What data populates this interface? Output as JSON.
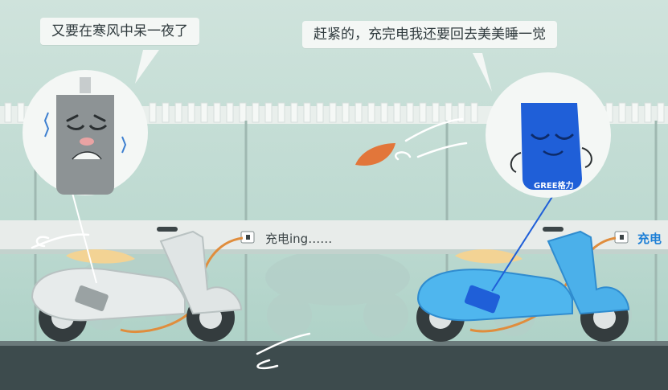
{
  "bubbles": {
    "left": "又要在寒风中呆一夜了",
    "right": "赶紧的，充完电我还要回去美美睡一觉"
  },
  "charging": {
    "left": "充电ing……",
    "right": "充电"
  },
  "brand": {
    "name": "GREE格力"
  },
  "colors": {
    "background": "#bcd9d0",
    "grey_scooter": "#e7ebeb",
    "blue_scooter": "#4fb6ee",
    "blue_charger": "#1f5fd8",
    "grey_charger": "#8d9395",
    "seat": "#f3d394",
    "cable": "#e08d3d",
    "leaf": "#e2763a",
    "ground": "#3d4b4d"
  }
}
